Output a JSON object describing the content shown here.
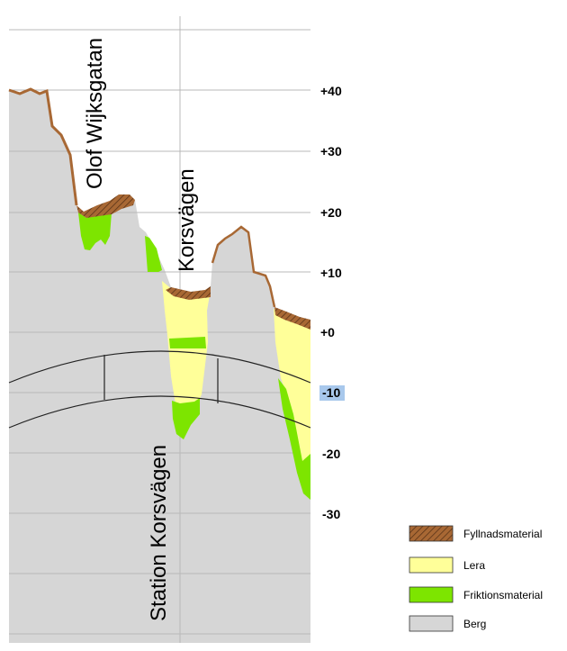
{
  "colors": {
    "fill": "#a86834",
    "clay": "#ffff99",
    "friction": "#7de500",
    "rock": "#d6d6d6",
    "grid": "#b8b8b8",
    "highlight": "#a8c8ec"
  },
  "elevation_labels": [
    "+40",
    "+30",
    "+20",
    "+10",
    "+0",
    "-10",
    "-20",
    "-30"
  ],
  "street_labels": {
    "olof": "Olof Wijksgatan",
    "korsvagen": "Korsvägen",
    "station": "Station Korsvägen"
  },
  "legend": [
    {
      "label": "Fyllnadsmaterial",
      "material": "fill"
    },
    {
      "label": "Lera",
      "material": "clay"
    },
    {
      "label": "Friktionsmaterial",
      "material": "friction"
    },
    {
      "label": "Berg",
      "material": "rock"
    }
  ]
}
